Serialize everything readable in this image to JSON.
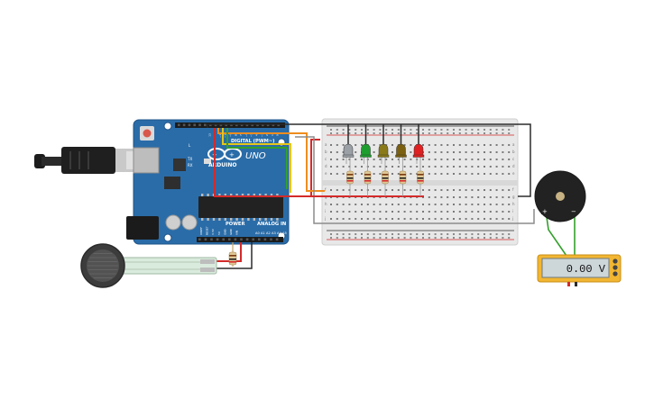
{
  "arduino": {
    "logo_text": "ARDUINO",
    "model": "UNO",
    "digital_label": "DIGITAL (PWM~)",
    "power_label": "POWER",
    "analog_label": "ANALOG IN",
    "tx_label": "TX",
    "rx_label": "RX",
    "l_label": "L",
    "board_color": "#2a6ca8",
    "digital_pin_numbers": [
      "13",
      "12",
      "~11",
      "~10",
      "~9",
      "8",
      "7",
      "~6",
      "~5",
      "4",
      "~3",
      "2",
      "1",
      "0"
    ],
    "power_pin_labels": [
      "IOREF",
      "RESET",
      "3.3V",
      "5V",
      "GND",
      "GND",
      "VIN"
    ],
    "analog_pin_labels": [
      "A0",
      "A1",
      "A2",
      "A3",
      "A4",
      "A5"
    ]
  },
  "breadboard": {
    "row_letters": [
      "a",
      "b",
      "c",
      "d",
      "e",
      "f",
      "g",
      "h",
      "i",
      "j"
    ]
  },
  "leds": [
    {
      "color": "#9aa0a6"
    },
    {
      "color": "#1e9e2e"
    },
    {
      "color": "#8a7a1a"
    },
    {
      "color": "#7a6010"
    },
    {
      "color": "#e02020"
    }
  ],
  "piezo": {
    "plus_label": "+",
    "minus_label": "−"
  },
  "multimeter": {
    "reading": "0.00 V",
    "body_color": "#f2b632"
  },
  "wire_colors": {
    "red": "#d42a2a",
    "black": "#2b2b2b",
    "green": "#33a02c",
    "orange": "#ef8d1e",
    "yellow": "#e6c619",
    "gray": "#8c8c8c"
  }
}
